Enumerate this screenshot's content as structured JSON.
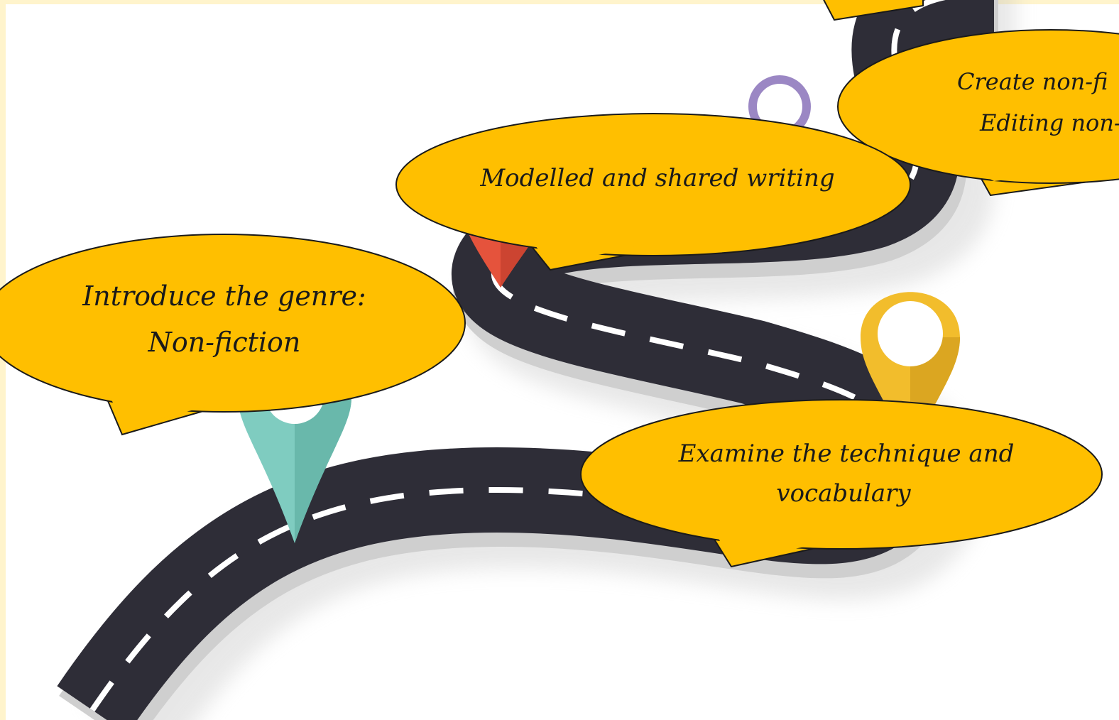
{
  "colors": {
    "road": "#2e2d37",
    "road_edge": "#c9c9c9",
    "road_dash": "#ffffff",
    "bubble_fill": "#ffbf00",
    "bubble_stroke": "#1a1a1a",
    "pin_teal": "#7fccc0",
    "pin_red": "#e5533c",
    "pin_yellow": "#f2bd2c",
    "pin_purple": "#9b87c4",
    "frame": "#fff4cc"
  },
  "steps": [
    {
      "id": "intro",
      "lines": [
        "Introduce the genre:",
        "Non-fiction"
      ]
    },
    {
      "id": "modelled",
      "lines": [
        "Modelled and shared writing"
      ]
    },
    {
      "id": "examine",
      "lines": [
        "Examine the technique and",
        "vocabulary"
      ]
    },
    {
      "id": "create",
      "lines": [
        "Create non-fi",
        "Editing non-f"
      ]
    }
  ],
  "pins": [
    {
      "name": "teal-pin-icon"
    },
    {
      "name": "red-pin-icon"
    },
    {
      "name": "yellow-pin-icon"
    },
    {
      "name": "purple-pin-icon"
    }
  ]
}
